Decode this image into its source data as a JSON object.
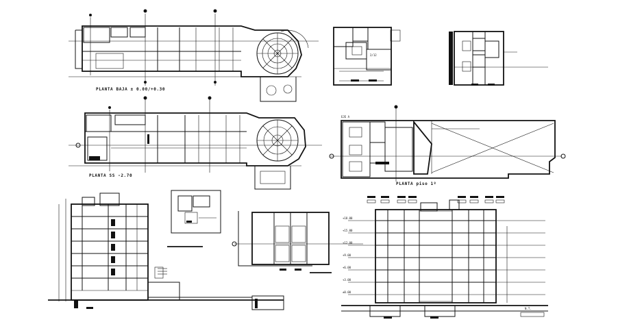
{
  "drawing": {
    "labels": {
      "planta_baja": "PLANTA BAJA ± 0.00/+0.30",
      "planta_ss": "PLANTA SS -2.70",
      "planta_piso": "PLANTA piso 1º"
    },
    "small_texts": [
      "EJE A",
      "2/12",
      "N.T.",
      "±0.00",
      "+3.00",
      "+6.00",
      "+9.00",
      "+12.00",
      "+15.00",
      "+18.00"
    ]
  }
}
